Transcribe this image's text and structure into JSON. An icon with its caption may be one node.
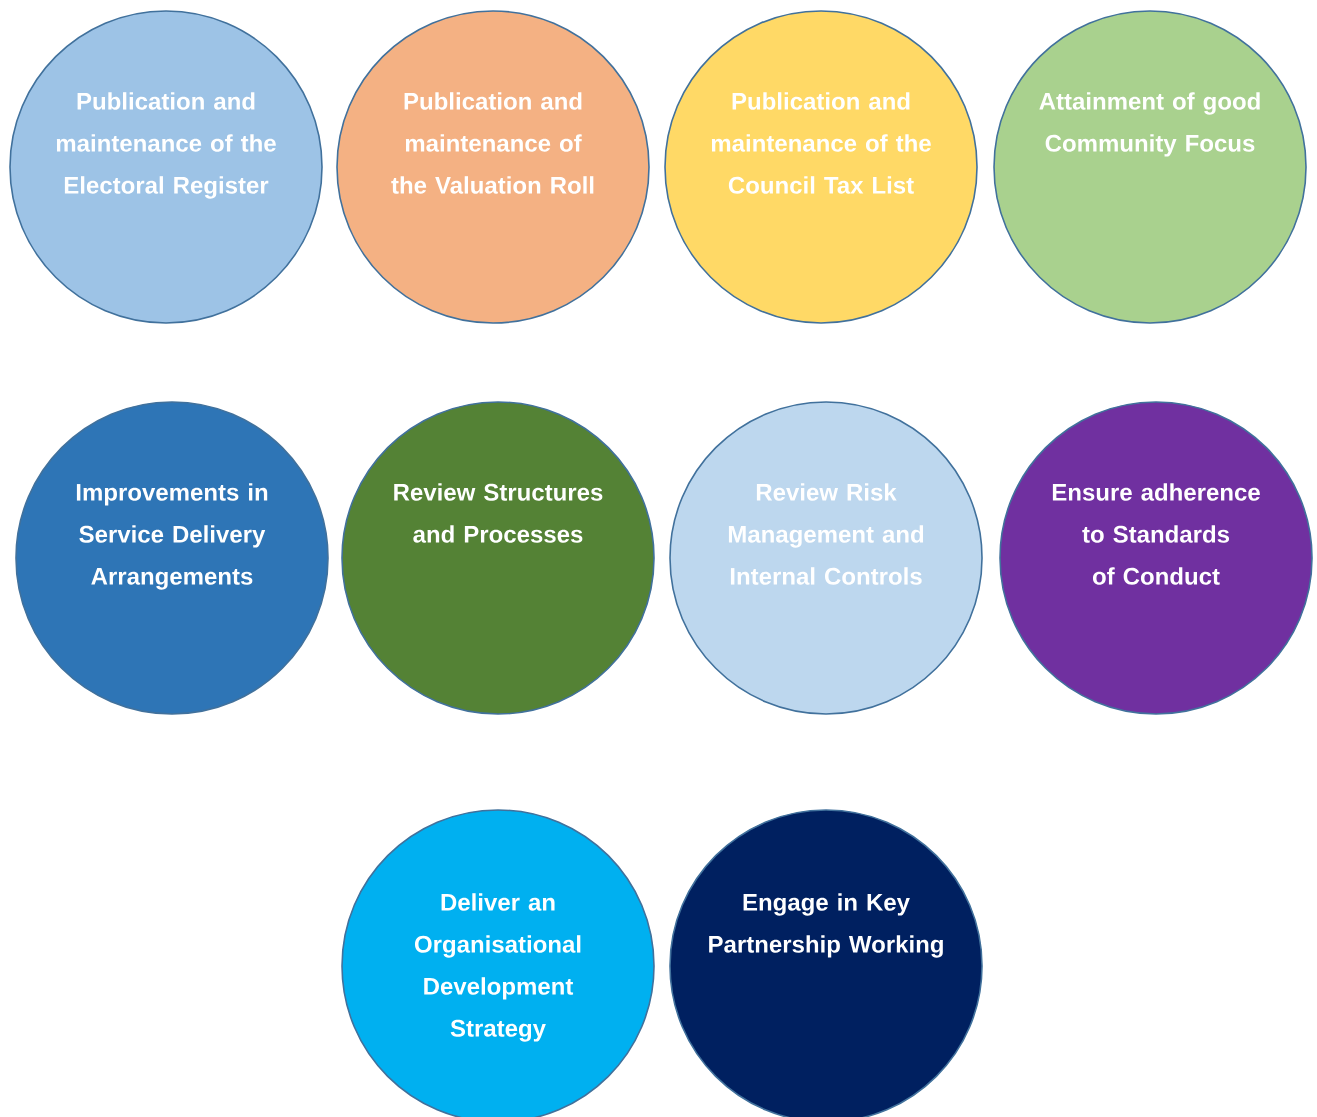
{
  "diagram": {
    "nodes": [
      {
        "text": [
          "Publication and maintenance of the Electoral Register"
        ]
      },
      {
        "text": [
          "Publication and maintenance of the Valuation Roll"
        ]
      },
      {
        "text": [
          "Publication and maintenance of the Council Tax List"
        ]
      },
      {
        "text": [
          "Attainment of good Community Focus"
        ]
      },
      {
        "text": [
          "Improvements in Service Delivery Arrangements"
        ]
      },
      {
        "text": [
          "Review Structures and Processes"
        ]
      },
      {
        "text": [
          "Review Risk Management and Internal Controls"
        ]
      },
      {
        "text": [
          "Ensure adherence to Standards of Conduct"
        ]
      },
      {
        "text": [
          "Deliver an Organisational Development Strategy"
        ]
      },
      {
        "text": [
          "Engage in Key Partnership Working"
        ]
      }
    ]
  }
}
